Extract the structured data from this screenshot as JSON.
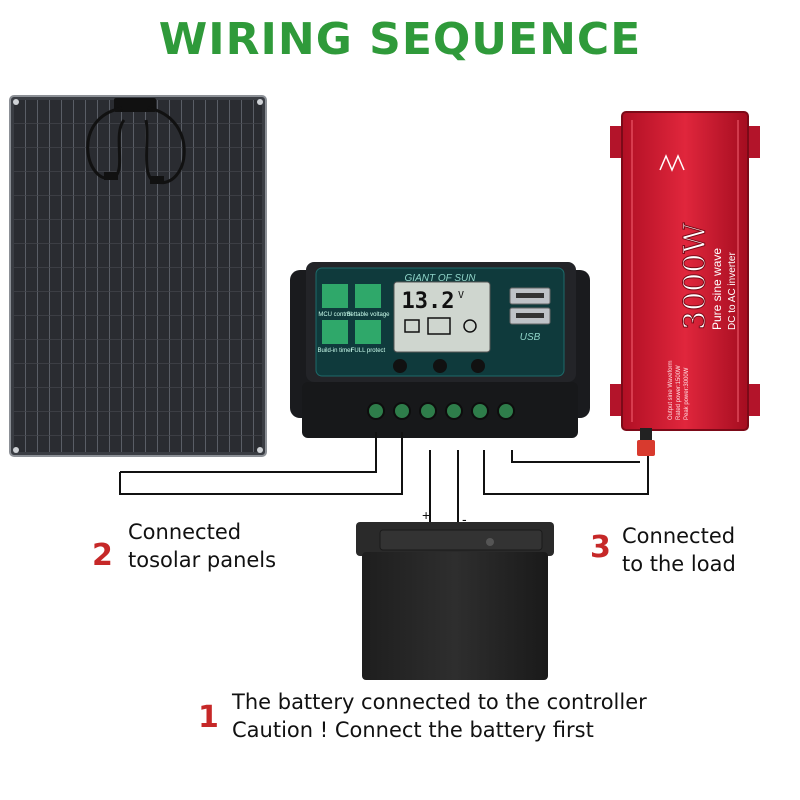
{
  "title": "WIRING SEQUENCE",
  "controller": {
    "brand": "GIANT OF SUN",
    "voltage": "13.2",
    "voltage_unit": "V",
    "usb_label": "USB",
    "features": [
      "MCU control",
      "Settable voltage",
      "Build-in timer",
      "FULL protect"
    ]
  },
  "inverter": {
    "power": "3000W",
    "line1": "Pure sine wave",
    "line2": "DC to AC inverter",
    "spec1": "Output sine Waveform",
    "spec2": "Rated power:1500W",
    "spec3": "Peak power:3000W"
  },
  "battery": {
    "plus": "+",
    "minus": "-"
  },
  "steps": [
    {
      "num": "1",
      "line1": "The battery connected to the controller",
      "line2": "Caution ! Connect the battery first"
    },
    {
      "num": "2",
      "line1": "Connected",
      "line2": "tosolar panels"
    },
    {
      "num": "3",
      "line1": "Connected",
      "line2": "to the load"
    }
  ],
  "colors": {
    "title": "#2f9a3a",
    "step_number": "#c62828",
    "inverter": "#c8102e",
    "panel": "#2b2d31"
  }
}
